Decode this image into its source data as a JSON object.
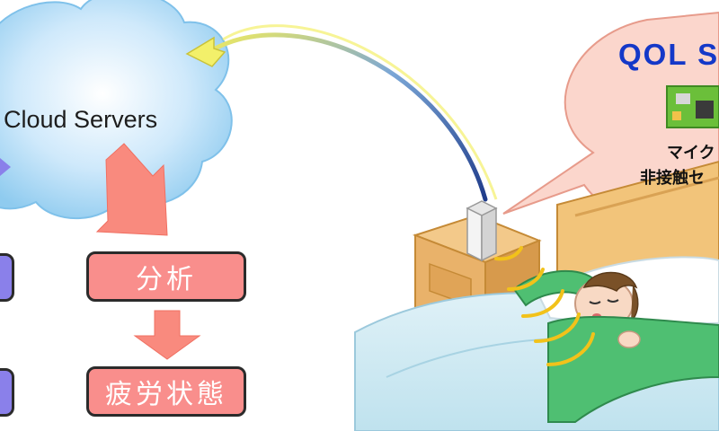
{
  "cloud": {
    "label": "Cloud Servers"
  },
  "boxes": {
    "analysis": "分析",
    "fatigue": "疲労状態"
  },
  "bubble": {
    "title": "QOL S",
    "line1": "マイク",
    "line2": "非接触セ"
  },
  "colors": {
    "cloud_fill": "#a9d8f4",
    "box_red": "#f98e8c",
    "box_blue": "#8a80ea",
    "arrow_salmon": "#f98a7e",
    "bubble_fill": "#fbd6cc",
    "qol_blue": "#1438c8",
    "wave_yellow": "#f2c21a"
  }
}
